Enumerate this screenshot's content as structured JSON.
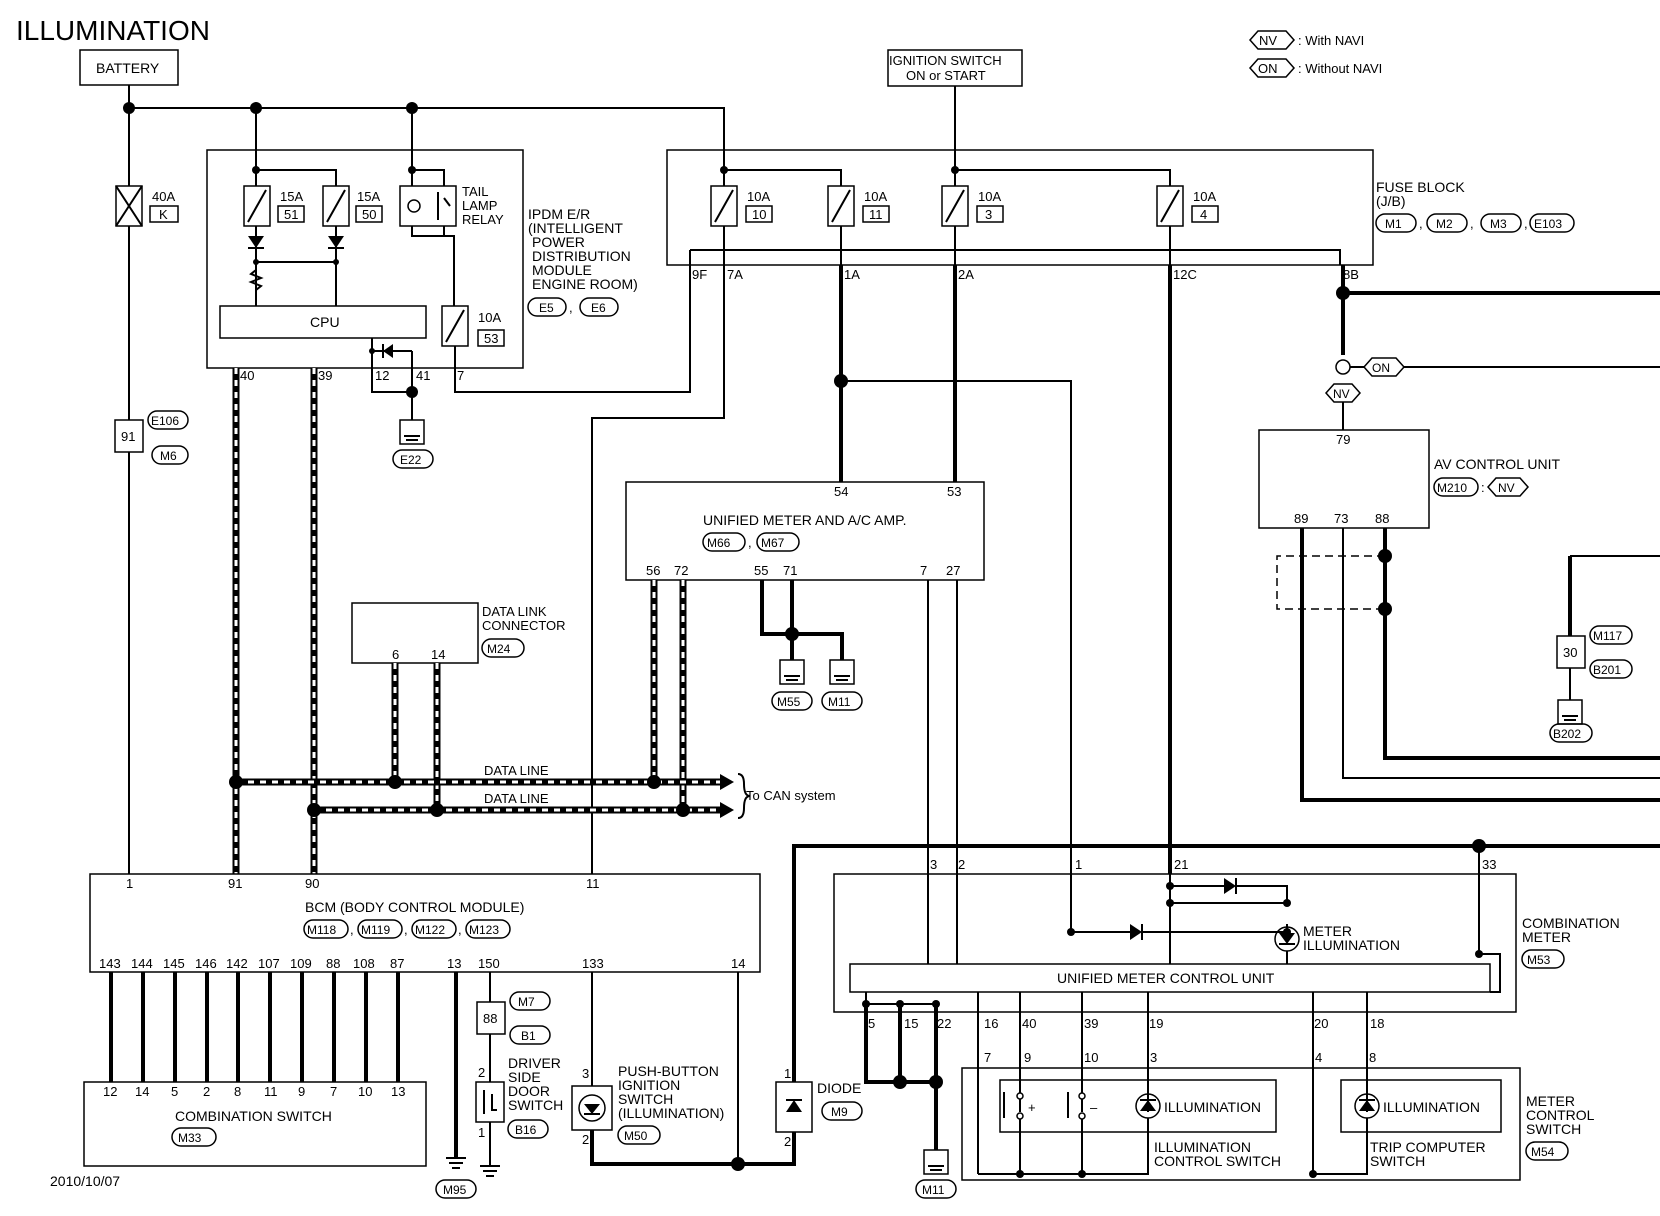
{
  "title": "ILLUMINATION",
  "date": "2010/10/07",
  "legend": {
    "nv_tag": "NV",
    "nv_text": ": With NAVI",
    "on_tag": "ON",
    "on_text": ": Without NAVI"
  },
  "battery": "BATTERY",
  "ignition": {
    "line1": "IGNITION SWITCH",
    "line2": "ON or START"
  },
  "fuse_main": {
    "rating": "40A",
    "id": "K"
  },
  "ipdm": {
    "lines": [
      "IPDM E/R",
      "(INTELLIGENT",
      "POWER",
      "DISTRIBUTION",
      "MODULE",
      "ENGINE ROOM)"
    ],
    "connectors": [
      "E5",
      "E6"
    ],
    "fuse51": "15A",
    "fuse51_id": "51",
    "fuse50": "15A",
    "fuse50_id": "50",
    "fuse53": "10A",
    "fuse53_id": "53",
    "relay": [
      "TAIL",
      "LAMP",
      "RELAY"
    ],
    "cpu": "CPU",
    "pins": [
      "40",
      "39",
      "12",
      "41",
      "7"
    ],
    "ground": "E22"
  },
  "fuse_block": {
    "lines": [
      "FUSE BLOCK",
      "(J/B)"
    ],
    "connectors": [
      "M1",
      "M2",
      "M3",
      "E103"
    ],
    "fuses": [
      {
        "rating": "10A",
        "id": "10"
      },
      {
        "rating": "10A",
        "id": "11"
      },
      {
        "rating": "10A",
        "id": "3"
      },
      {
        "rating": "10A",
        "id": "4"
      }
    ],
    "pins": [
      "9F",
      "7A",
      "1A",
      "2A",
      "12C",
      "8B"
    ]
  },
  "joint_e106": {
    "pin": "91",
    "c1": "E106",
    "c2": "M6"
  },
  "data_link": {
    "lines": [
      "DATA LINK",
      "CONNECTOR"
    ],
    "connector": "M24",
    "pins": [
      "6",
      "14"
    ]
  },
  "unified_amp": {
    "label": "UNIFIED METER AND A/C AMP.",
    "connectors": [
      "M66",
      "M67"
    ],
    "pins_top": [
      "54",
      "53"
    ],
    "pins_bottom": [
      "56",
      "72",
      "55",
      "71",
      "7",
      "27"
    ],
    "grounds": [
      "M55",
      "M11"
    ]
  },
  "data_line_1": "DATA LINE",
  "data_line_2": "DATA LINE",
  "to_can": "To CAN system",
  "bcm": {
    "label": "BCM (BODY CONTROL MODULE)",
    "connectors": [
      "M118",
      "M119",
      "M122",
      "M123"
    ],
    "pins_top": [
      "1",
      "91",
      "90",
      "11"
    ],
    "pins_bottom": [
      "143",
      "144",
      "145",
      "146",
      "142",
      "107",
      "109",
      "88",
      "108",
      "87",
      "13",
      "150",
      "133",
      "14"
    ]
  },
  "combination_switch": {
    "label": "COMBINATION SWITCH",
    "connector": "M33",
    "pins": [
      "12",
      "14",
      "5",
      "2",
      "8",
      "11",
      "9",
      "7",
      "10",
      "13"
    ]
  },
  "ground_m95": "M95",
  "joint_m7": {
    "pin": "88",
    "c1": "M7",
    "c2": "B1"
  },
  "door_switch": {
    "lines": [
      "DRIVER",
      "SIDE",
      "DOOR",
      "SWITCH"
    ],
    "connector": "B16",
    "pins": [
      "2",
      "1"
    ]
  },
  "push_button": {
    "lines": [
      "PUSH-BUTTON",
      "IGNITION",
      "SWITCH",
      "(ILLUMINATION)"
    ],
    "connector": "M50",
    "pins": [
      "3",
      "2"
    ]
  },
  "diode": {
    "label": "DIODE",
    "connector": "M9",
    "pins": [
      "1",
      "2"
    ]
  },
  "av_unit": {
    "label": "AV CONTROL UNIT",
    "connector": "M210",
    "tag": "NV",
    "pins": [
      "79",
      "89",
      "73",
      "88"
    ],
    "on_tag": "ON",
    "nv_tag": "NV"
  },
  "joint_m117": {
    "pin": "30",
    "c1": "M117",
    "c2": "B201",
    "ground": "B202"
  },
  "combination_meter": {
    "lines": [
      "COMBINATION",
      "METER"
    ],
    "connector": "M53",
    "illum": [
      "METER",
      "ILLUMINATION"
    ],
    "control_unit": "UNIFIED METER CONTROL UNIT",
    "pins_top": [
      "3",
      "2",
      "1",
      "21",
      "33"
    ],
    "pins_bottom": [
      "5",
      "15",
      "22",
      "16",
      "40",
      "39",
      "19",
      "20",
      "18"
    ]
  },
  "ground_m11b": "M11",
  "meter_control_switch": {
    "lines": [
      "METER",
      "CONTROL",
      "SWITCH"
    ],
    "connector": "M54",
    "pins": [
      "7",
      "9",
      "10",
      "3",
      "4",
      "8"
    ],
    "illum1": "ILLUMINATION",
    "illum2": "ILLUMINATION",
    "sw1": [
      "ILLUMINATION",
      "CONTROL SWITCH"
    ],
    "sw2": [
      "TRIP COMPUTER",
      "SWITCH"
    ],
    "plus": "+",
    "minus": "–"
  }
}
